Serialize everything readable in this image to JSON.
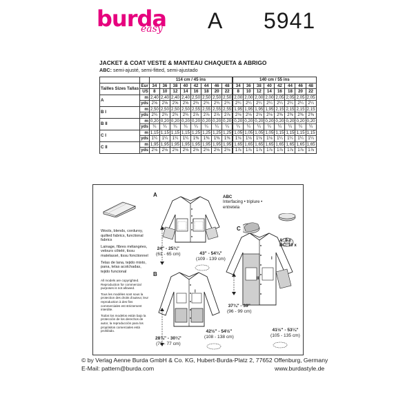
{
  "header": {
    "brand": "burda",
    "brand_sub": "easy",
    "version": "A",
    "pattern_number": "5941",
    "brand_color": "#e6007e"
  },
  "table": {
    "title": "JACKET & COAT  VESTE & MANTEAU  CHAQUETA & ABRIGO",
    "subtitle_label": "ABC:",
    "subtitle_text": "semi-ajusté, semi-fitted, semi-ajustado",
    "width_1": "114 cm / 45 ins",
    "width_2": "140 cm / 55 ins",
    "size_header": "Tailles  Sizes  Tallas",
    "eur_label": "Eur",
    "us_label": "US",
    "eur_sizes": [
      "34",
      "36",
      "38",
      "40",
      "42",
      "44",
      "46",
      "48"
    ],
    "us_sizes": [
      "8",
      "10",
      "12",
      "14",
      "16",
      "18",
      "20",
      "22"
    ],
    "unit_m": "m",
    "unit_yds": "yds",
    "rows": [
      {
        "label": "A",
        "m1": [
          "2,40",
          "2,40",
          "2,40",
          "2,40",
          "2,50",
          "2,50",
          "2,50",
          "2,50"
        ],
        "y1": [
          "2⅝",
          "2⅝",
          "2⅝",
          "2⅝",
          "2¾",
          "2¾",
          "2¾",
          "2¾"
        ],
        "m2": [
          "2,00",
          "2,00",
          "2,00",
          "2,00",
          "2,05",
          "2,05",
          "2,05",
          "2,05"
        ],
        "y2": [
          "2¼",
          "2¼",
          "2¼",
          "2¼",
          "2¼",
          "2¼",
          "2¼",
          "2¼"
        ]
      },
      {
        "label": "B I",
        "m1": [
          "2,50",
          "2,50",
          "2,50",
          "2,50",
          "2,55",
          "2,55",
          "2,55",
          "2,55"
        ],
        "y1": [
          "2¾",
          "2¾",
          "2¾",
          "2¾",
          "2⅞",
          "2⅞",
          "2⅞",
          "2⅞"
        ],
        "m2": [
          "1,95",
          "1,95",
          "1,95",
          "1,95",
          "2,15",
          "2,15",
          "2,15",
          "2,15"
        ],
        "y2": [
          "2⅛",
          "2⅛",
          "2⅛",
          "2⅛",
          "2⅜",
          "2⅜",
          "2⅜",
          "2⅜"
        ]
      },
      {
        "label": "B II",
        "m1": [
          "0,20",
          "0,20",
          "0,20",
          "0,20",
          "0,20",
          "0,20",
          "0,20",
          "0,20"
        ],
        "y1": [
          "¼",
          "¼",
          "¼",
          "¼",
          "¼",
          "¼",
          "¼",
          "¼"
        ],
        "m2": [
          "0,20",
          "0,20",
          "0,20",
          "0,20",
          "0,20",
          "0,20",
          "0,20",
          "0,20"
        ],
        "y2": [
          "¼",
          "¼",
          "¼",
          "¼",
          "¼",
          "¼",
          "¼",
          "¼"
        ]
      },
      {
        "label": "C I",
        "m1": [
          "1,15",
          "1,15",
          "1,15",
          "1,15",
          "1,25",
          "1,25",
          "1,25",
          "1,25"
        ],
        "y1": [
          "1¼",
          "1¼",
          "1¼",
          "1¼",
          "1⅜",
          "1⅜",
          "1⅜",
          "1⅜"
        ],
        "m2": [
          "1,05",
          "1,05",
          "1,05",
          "1,05",
          "1,15",
          "1,15",
          "1,15",
          "1,15"
        ],
        "y2": [
          "1⅛",
          "1⅛",
          "1⅛",
          "1⅛",
          "1¼",
          "1¼",
          "1¼",
          "1¼"
        ]
      },
      {
        "label": "C II",
        "m1": [
          "1,95",
          "1,95",
          "1,95",
          "1,95",
          "1,95",
          "1,95",
          "1,95",
          "1,95"
        ],
        "y1": [
          "2⅛",
          "2⅛",
          "2⅛",
          "2⅛",
          "2⅛",
          "2⅛",
          "2⅛",
          "2⅛"
        ],
        "m2": [
          "1,65",
          "1,65",
          "1,65",
          "1,65",
          "1,65",
          "1,65",
          "1,65",
          "1,65"
        ],
        "y2": [
          "1⅞",
          "1⅞",
          "1⅞",
          "1⅞",
          "1⅞",
          "1⅞",
          "1⅞",
          "1⅞"
        ]
      }
    ]
  },
  "fabrics": {
    "en": "Wools, blends, corduroy, quilted fabrics, functional fabrics",
    "fr": "Lainage, fibres mélangées, velours côtelé, tissu matelassé, tissu fonctionnel",
    "es": "Telas de lana, tejido mixto, pana, telas acolchadas, tejido funcional"
  },
  "copyright": {
    "en": "All models are copyrighted. Reproduction for commercial purposes is not allowed.",
    "fr": "Tous les modèles sont sous la protection des droits d'auteur, leur reproduction à des fins commerciales est strictement interdite.",
    "es": "Todos los modelos están bajo la protección de los derechos de autor, la reproducción para los propósitos comerciales está prohibido."
  },
  "views": {
    "a": {
      "letter": "A",
      "length": "24\" - 25¾\"",
      "length_cm": "(61 - 65 cm)",
      "chest": "43\" - 54¾\"",
      "chest_cm": "(109 - 139 cm)"
    },
    "b": {
      "letter": "B",
      "length": "28¾\" - 30¼\"",
      "length_cm": "(73 - 77 cm)",
      "chest": "42½\" - 54½\"",
      "chest_cm": "(108 - 138 cm)"
    },
    "c": {
      "letter": "C",
      "length": "37¾\" - 39\"",
      "length_cm": "(96 - 99 cm)",
      "chest": "41½\" - 53¼\"",
      "chest_cm": "(105 - 135 cm)"
    }
  },
  "part_labels": {
    "one": "I",
    "two": "II"
  },
  "notions": {
    "label": "ABC",
    "interfacing": "Interfacing • triplure •",
    "entretela": "entretela",
    "buttons_a": "A: 9 x",
    "buttons_bc": "BC: 10 x"
  },
  "footer": {
    "copyright": "© by Verlag Aenne Burda GmbH & Co. KG, Hubert-Burda-Platz 2, 77652 Offenburg, Germany",
    "email": "E-Mail: pattern@burda.com",
    "website": "www.burdastyle.de"
  }
}
